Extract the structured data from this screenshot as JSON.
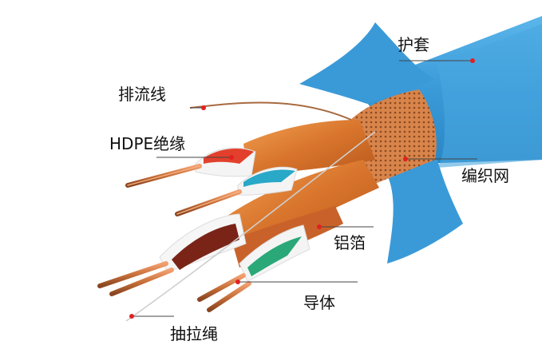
{
  "labels": {
    "jacket": "护套",
    "drain_wire": "排流线",
    "insulation": "HDPE绝缘",
    "braid": "编织网",
    "foil": "铝箔",
    "conductor": "导体",
    "rip_cord": "抽拉绳"
  },
  "colors": {
    "jacket": "#3a9ad8",
    "foil": "#d8742c",
    "copper": "#c8703a",
    "pair_red": "#e2402c",
    "pair_blue": "#2aa8c8",
    "pair_brown": "#7a2418",
    "pair_green": "#2aa878",
    "marker": "#e32020"
  }
}
